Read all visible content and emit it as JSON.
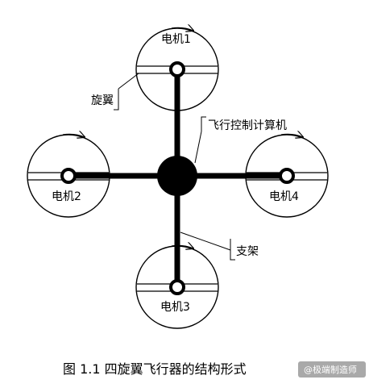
{
  "labels": {
    "motor1": "电机1",
    "motor2": "电机2",
    "motor3": "电机3",
    "motor4": "电机4",
    "rotor": "旋翼",
    "flight_computer": "飞行控制计算机",
    "frame": "支架"
  },
  "caption": "图 1.1 四旋翼飞行器的结构形式",
  "watermark": "@极端制造师",
  "colors": {
    "line": "#000000",
    "background": "#ffffff",
    "watermark_bg": "#9a9a9a"
  }
}
